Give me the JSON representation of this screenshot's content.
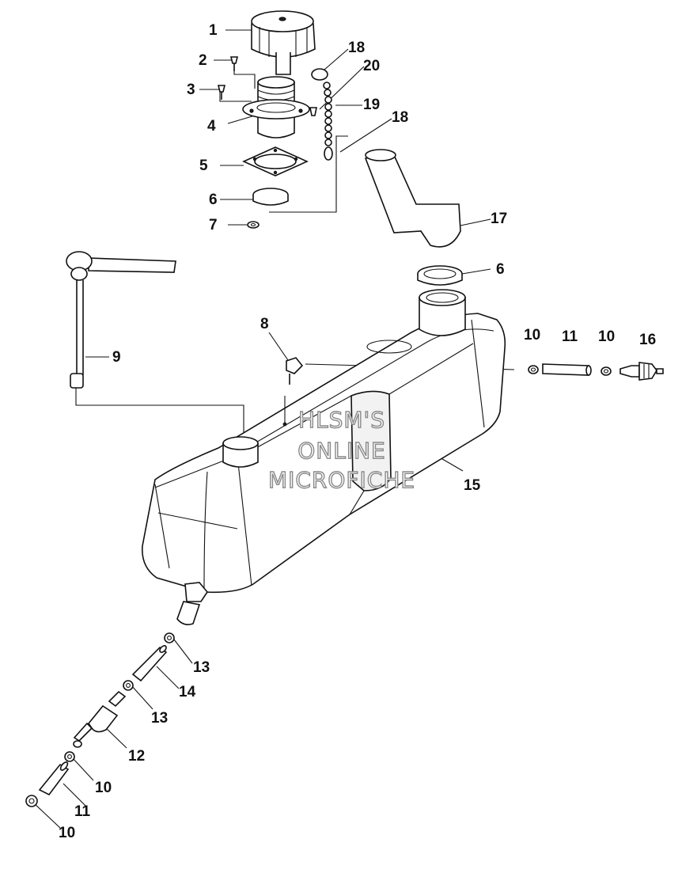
{
  "diagram": {
    "callouts": [
      {
        "id": "c1",
        "text": "1"
      },
      {
        "id": "c2",
        "text": "2"
      },
      {
        "id": "c3",
        "text": "3"
      },
      {
        "id": "c4",
        "text": "4"
      },
      {
        "id": "c5",
        "text": "5"
      },
      {
        "id": "c6a",
        "text": "6"
      },
      {
        "id": "c7",
        "text": "7"
      },
      {
        "id": "c18a",
        "text": "18"
      },
      {
        "id": "c20",
        "text": "20"
      },
      {
        "id": "c19",
        "text": "19"
      },
      {
        "id": "c18b",
        "text": "18"
      },
      {
        "id": "c17",
        "text": "17"
      },
      {
        "id": "c6b",
        "text": "6"
      },
      {
        "id": "c8",
        "text": "8"
      },
      {
        "id": "c9",
        "text": "9"
      },
      {
        "id": "c10a",
        "text": "10"
      },
      {
        "id": "c11a",
        "text": "11"
      },
      {
        "id": "c10b",
        "text": "10"
      },
      {
        "id": "c16",
        "text": "16"
      },
      {
        "id": "c15",
        "text": "15"
      },
      {
        "id": "c13a",
        "text": "13"
      },
      {
        "id": "c14",
        "text": "14"
      },
      {
        "id": "c13b",
        "text": "13"
      },
      {
        "id": "c12",
        "text": "12"
      },
      {
        "id": "c10c",
        "text": "10"
      },
      {
        "id": "c11b",
        "text": "11"
      },
      {
        "id": "c10d",
        "text": "10"
      }
    ]
  },
  "watermark": {
    "line1": "HLSM'S",
    "line2": "ONLINE",
    "line3": "MICROFICHE"
  }
}
